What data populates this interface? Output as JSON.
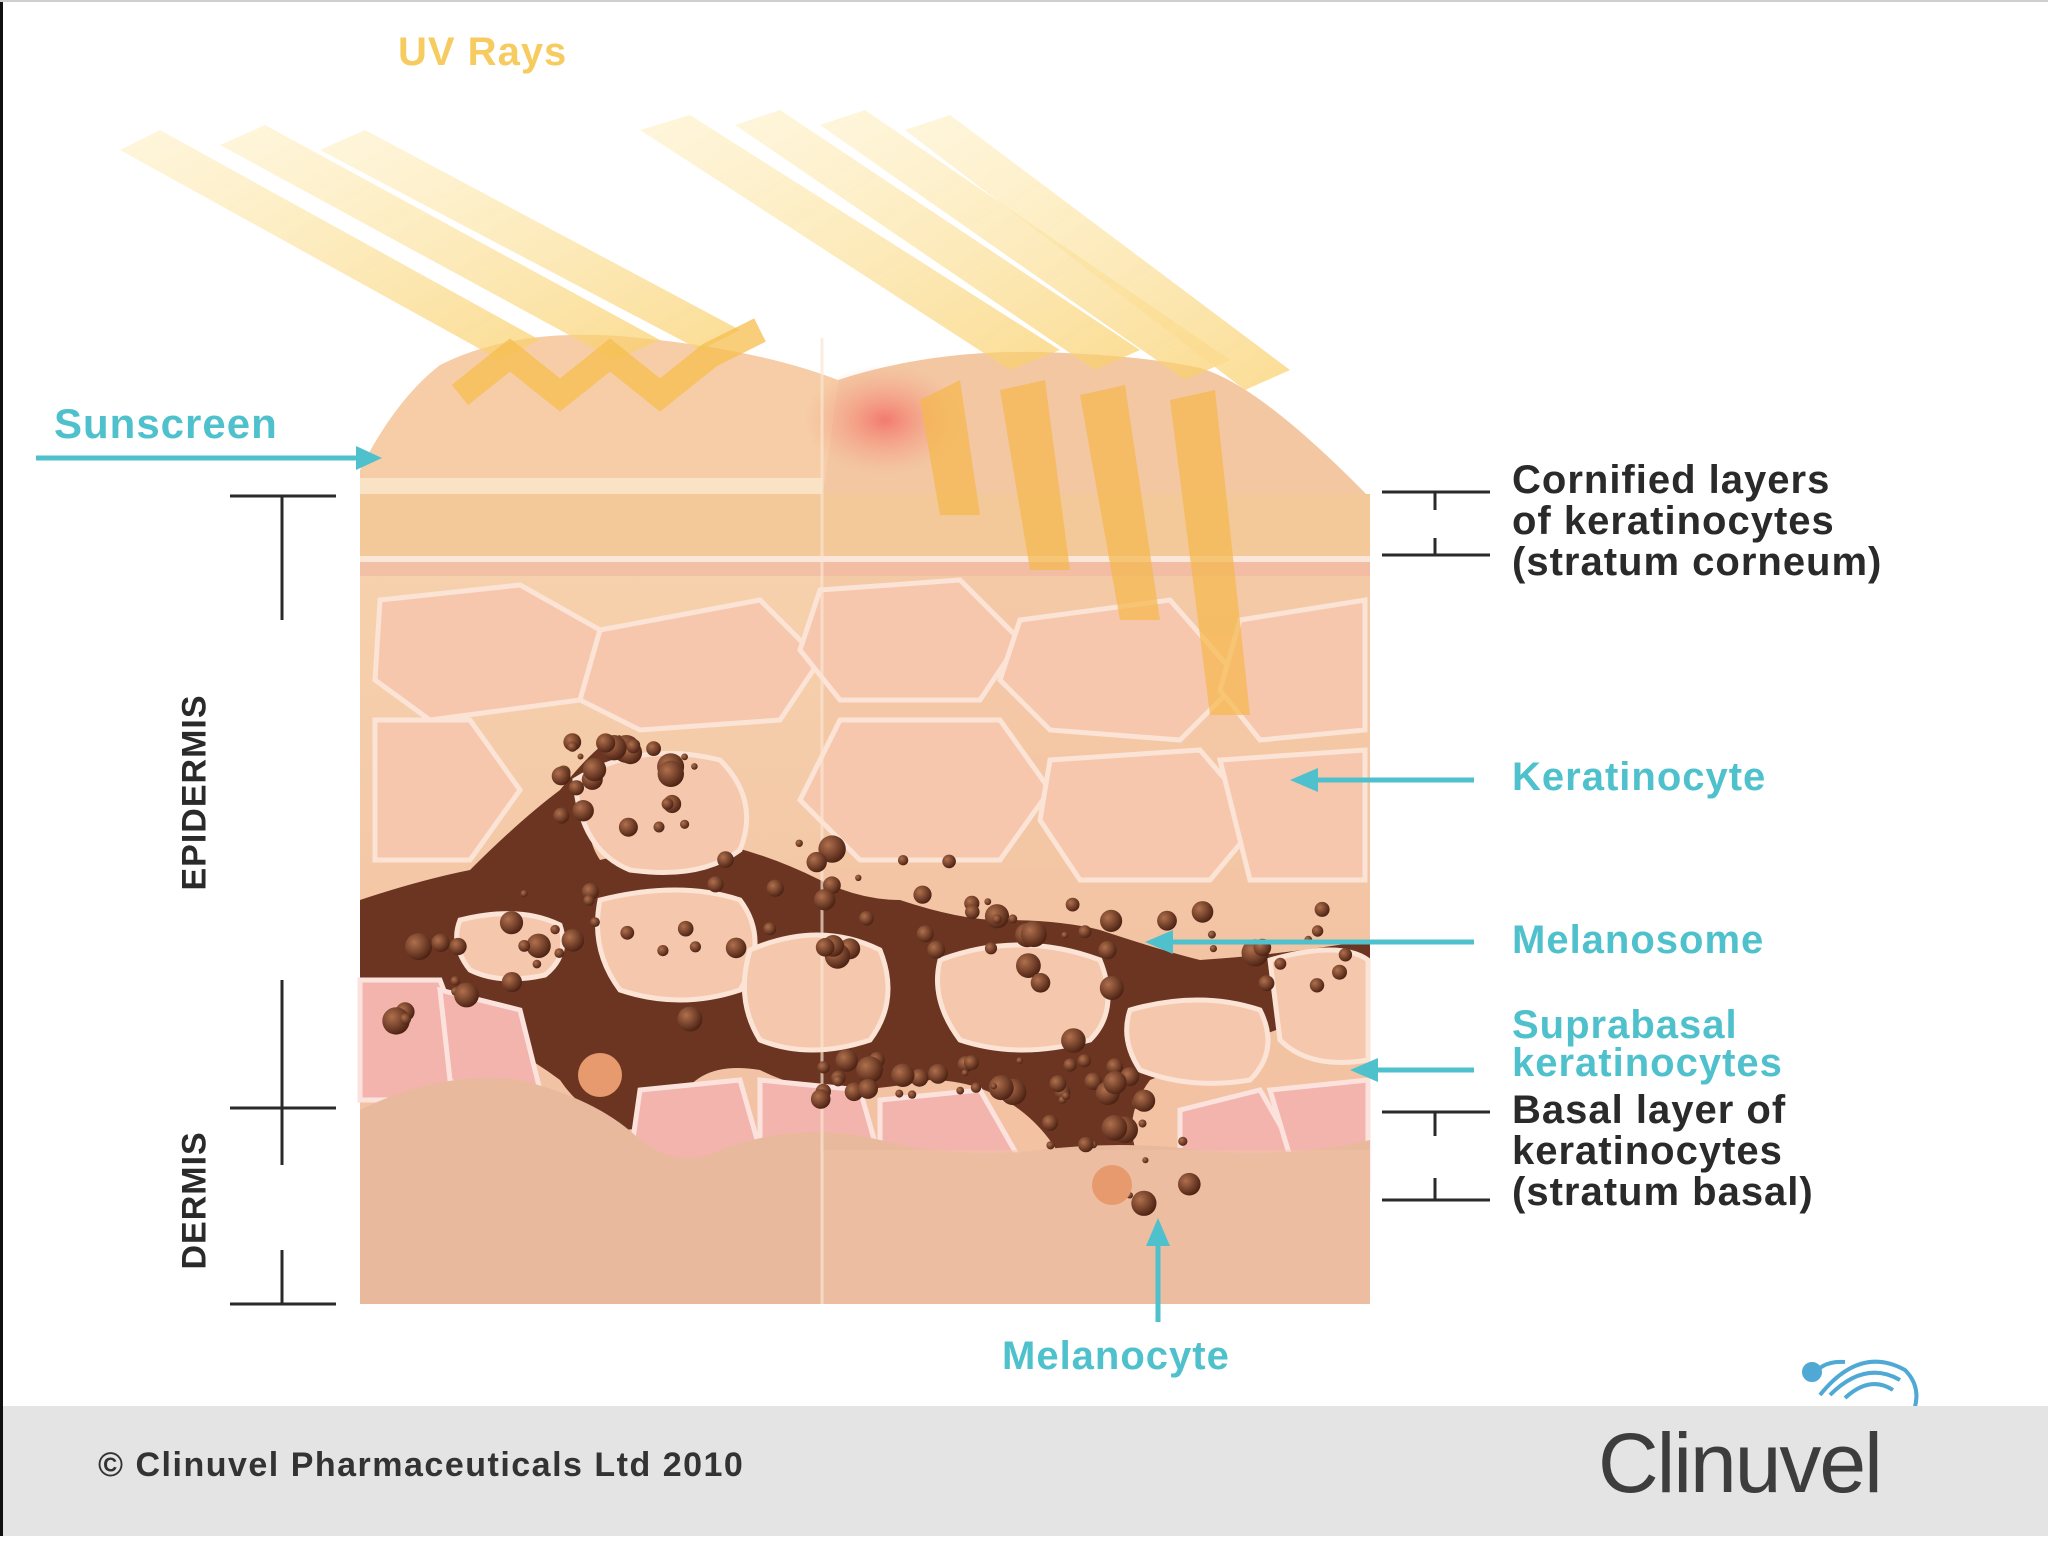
{
  "labels": {
    "uv_rays": "UV Rays",
    "sunscreen": "Sunscreen",
    "cornified": [
      "Cornified layers",
      "of keratinocytes",
      "(stratum corneum)"
    ],
    "keratinocyte": "Keratinocyte",
    "melanosome": "Melanosome",
    "suprabasal": [
      "Suprabasal",
      "keratinocytes"
    ],
    "basal": [
      "Basal layer of",
      "keratinocytes",
      "(stratum basal)"
    ],
    "melanocyte": "Melanocyte",
    "epidermis": "EPIDERMIS",
    "dermis": "DERMIS"
  },
  "footer": {
    "copyright": "© Clinuvel Pharmaceuticals Ltd 2010",
    "logo": "Clinuvel"
  },
  "colors": {
    "accent": "#4fc1cc",
    "uv": "#f6cb5f",
    "pigment": "#5a2a18"
  }
}
